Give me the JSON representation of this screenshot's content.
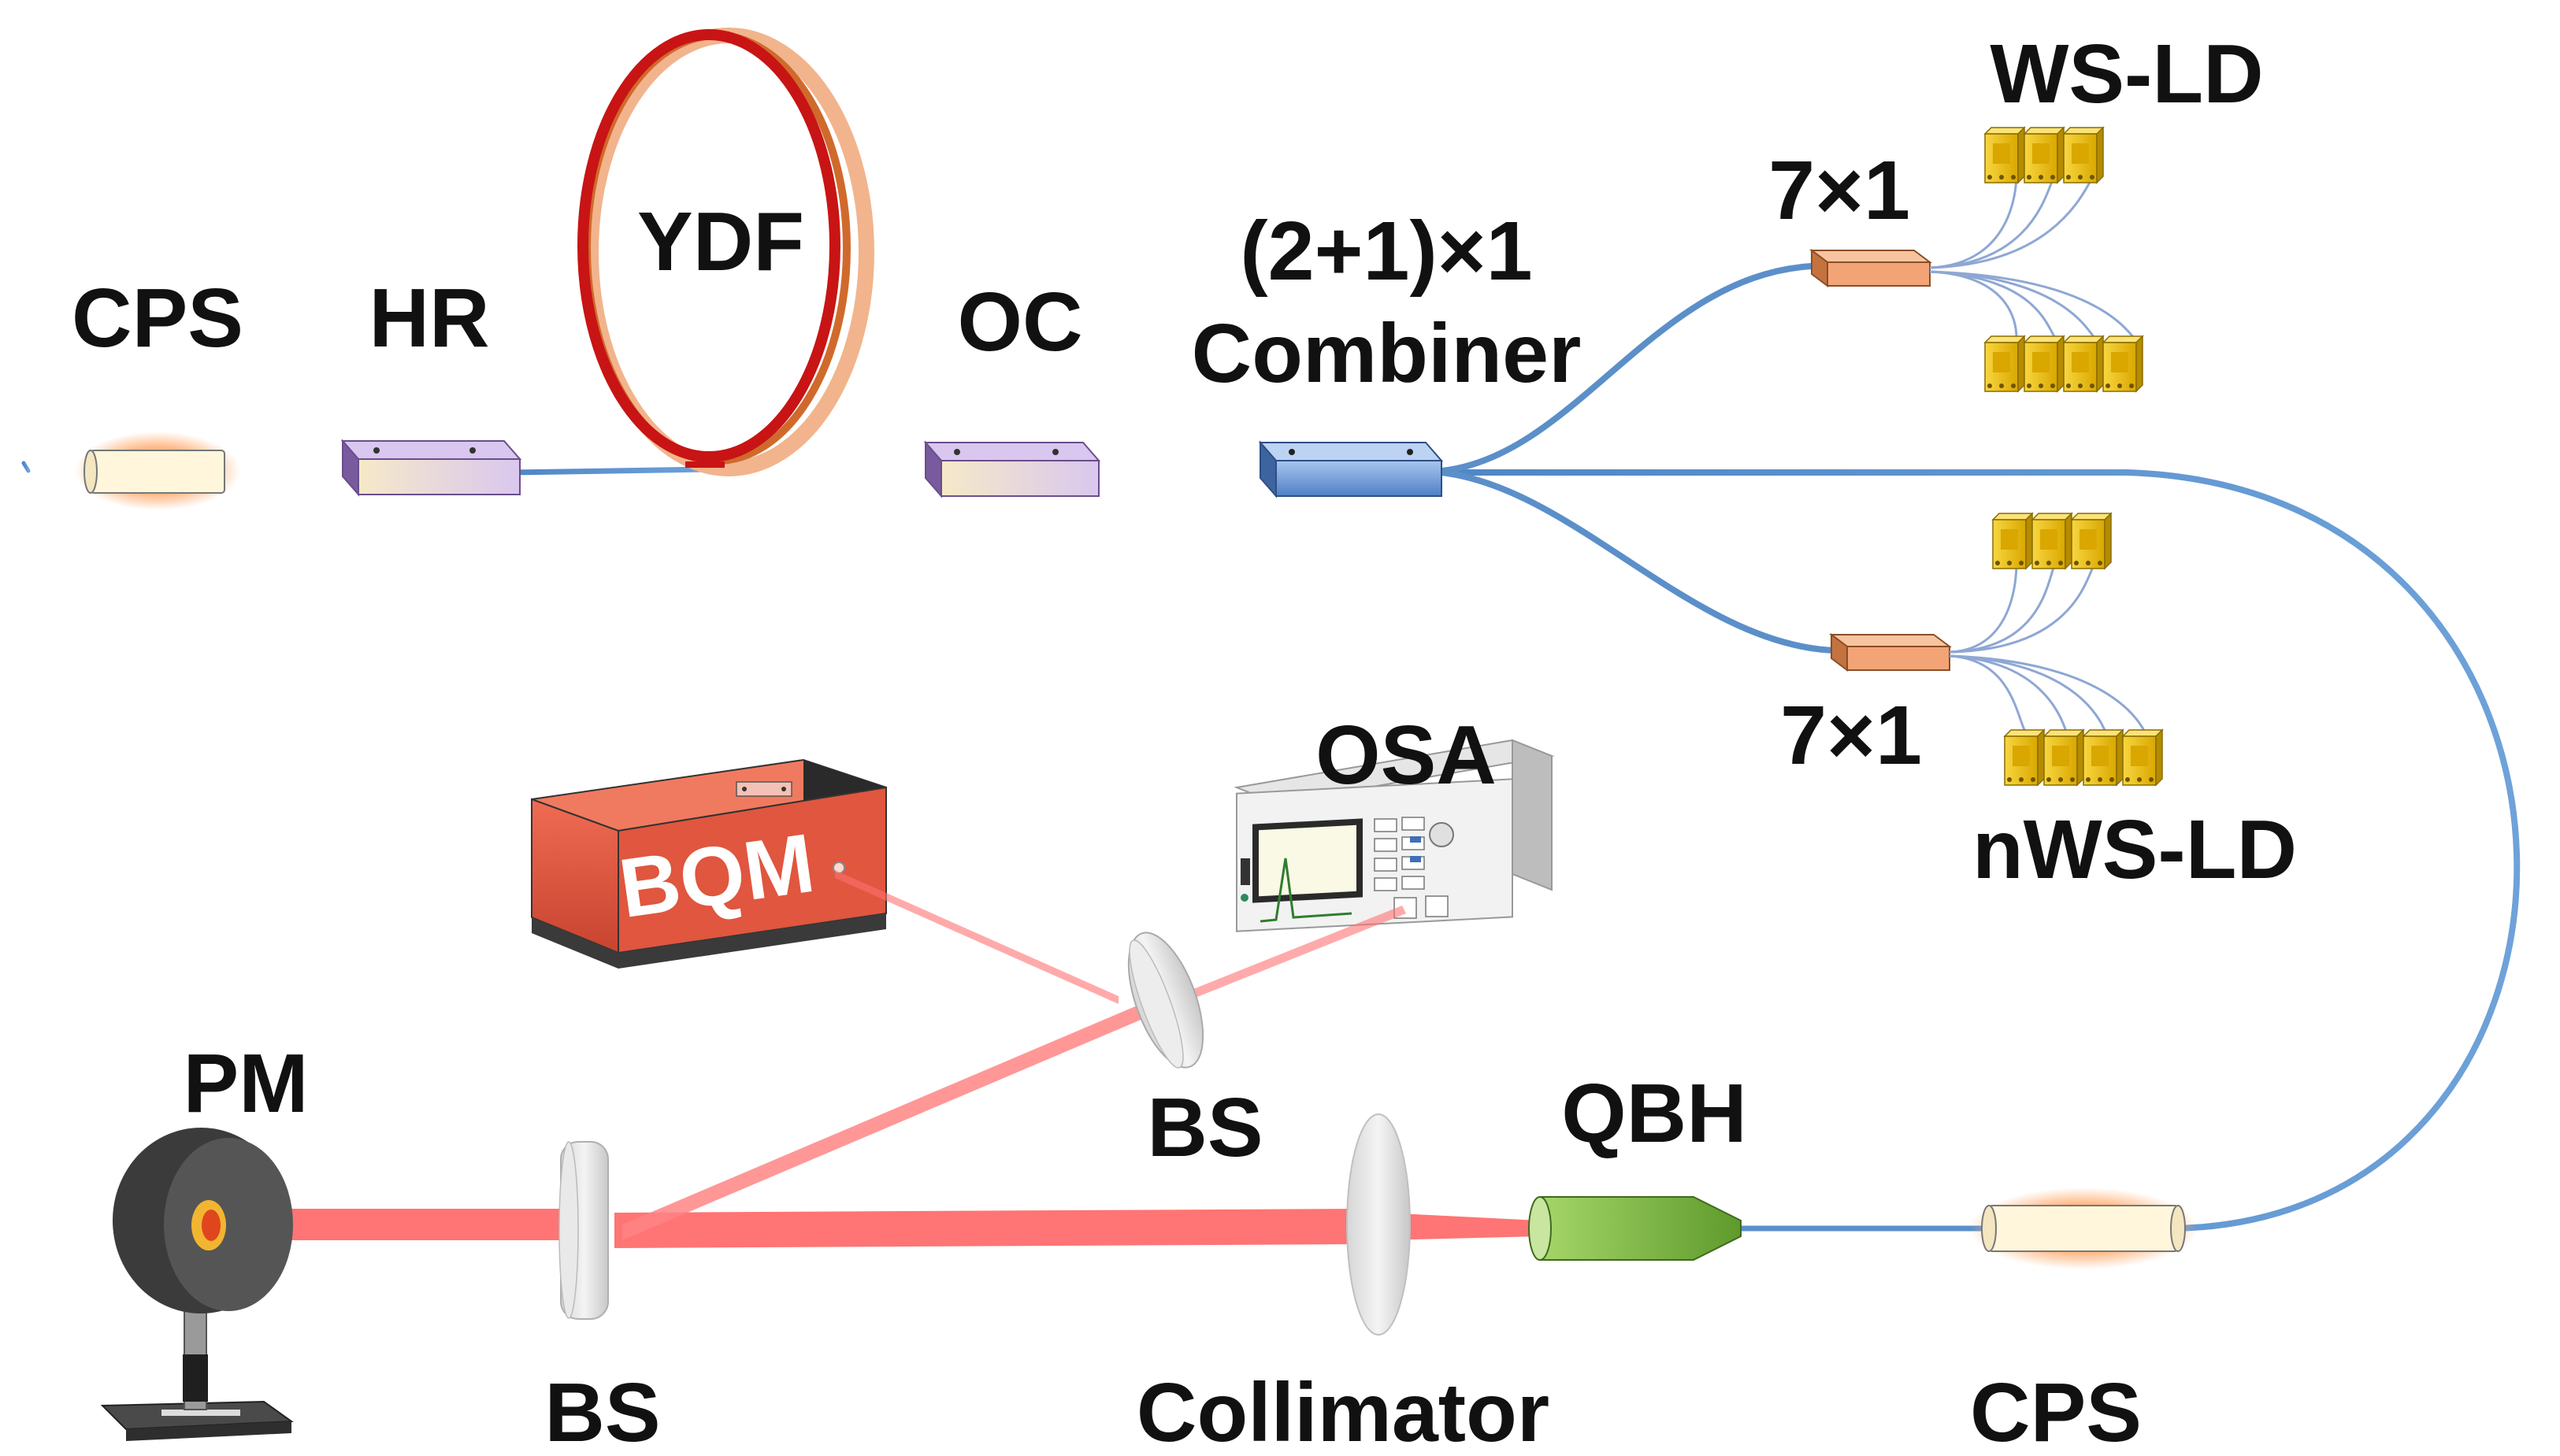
{
  "labels": {
    "cps_top": "CPS",
    "hr": "HR",
    "ydf": "YDF",
    "oc": "OC",
    "combiner_line1": "(2+1)×1",
    "combiner_line2": "Combiner",
    "ws_ld": "WS-LD",
    "coupler_top": "7×1",
    "coupler_bottom": "7×1",
    "nws_ld": "nWS-LD",
    "osa": "OSA",
    "bqm": "BQM",
    "pm": "PM",
    "bs_right": "BS",
    "bs_left": "BS",
    "qbh": "QBH",
    "collimator": "Collimator",
    "cps_bottom": "CPS"
  },
  "colors": {
    "fiber": "#5b8fc9",
    "ydf_ring": "#c81414",
    "ydf_ring_outer": "#f2b48c",
    "beam": "#ff5b5b",
    "bqm_body": "#e0563f",
    "combiner": "#6f9ad6",
    "coupler": "#f3a476",
    "ld_gold": "#e6b800",
    "qbh_green": "#7cb342",
    "cps_fill": "#fff6dc",
    "grating": "#e7d9f2"
  },
  "icons": {
    "power_meter": "power-meter-icon",
    "osa": "spectrum-analyzer-icon",
    "bqm": "beam-quality-meter-icon"
  }
}
